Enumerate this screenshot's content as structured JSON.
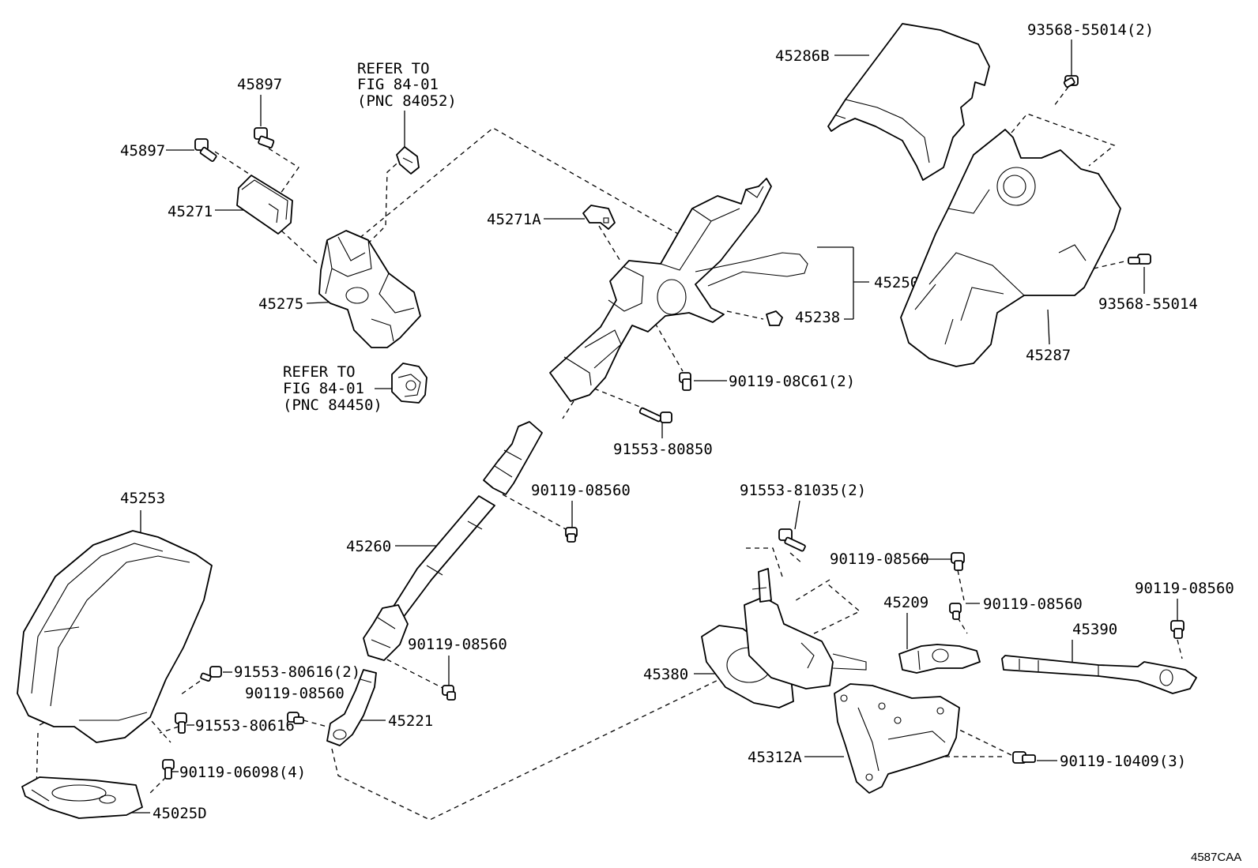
{
  "diagram_code": "4587CAA",
  "labels": {
    "p45897a": "45897",
    "p45897b": "45897",
    "p45271": "45271",
    "p45275": "45275",
    "ref1_line1": "REFER TO",
    "ref1_line2": "FIG 84-01",
    "ref1_line3": "(PNC 84052)",
    "ref2_line1": "REFER TO",
    "ref2_line2": "FIG 84-01",
    "ref2_line3": "(PNC 84450)",
    "p45271A": "45271A",
    "p45250": "45250",
    "p45238": "45238",
    "p90119_08C61": "90119-08C61(2)",
    "p91553_80850": "91553-80850",
    "p45286B": "45286B",
    "p93568_55014_2": "93568-55014(2)",
    "p93568_55014": "93568-55014",
    "p45287": "45287",
    "p45253": "45253",
    "p91553_80616_2": "91553-80616(2)",
    "p91553_80616": "91553-80616",
    "p90119_06098": "90119-06098(4)",
    "p45025D": "45025D",
    "p45260": "45260",
    "p90119_08560_a": "90119-08560",
    "p90119_08560_b": "90119-08560",
    "p90119_08560_c": "90119-08560",
    "p45221": "45221",
    "p91553_81035": "91553-81035(2)",
    "p90119_08560_d": "90119-08560",
    "p45209": "45209",
    "p90119_08560_e": "90119-08560",
    "p90119_08560_f": "90119-08560",
    "p45390": "45390",
    "p45380": "45380",
    "p45312A": "45312A",
    "p90119_10409": "90119-10409(3)"
  }
}
